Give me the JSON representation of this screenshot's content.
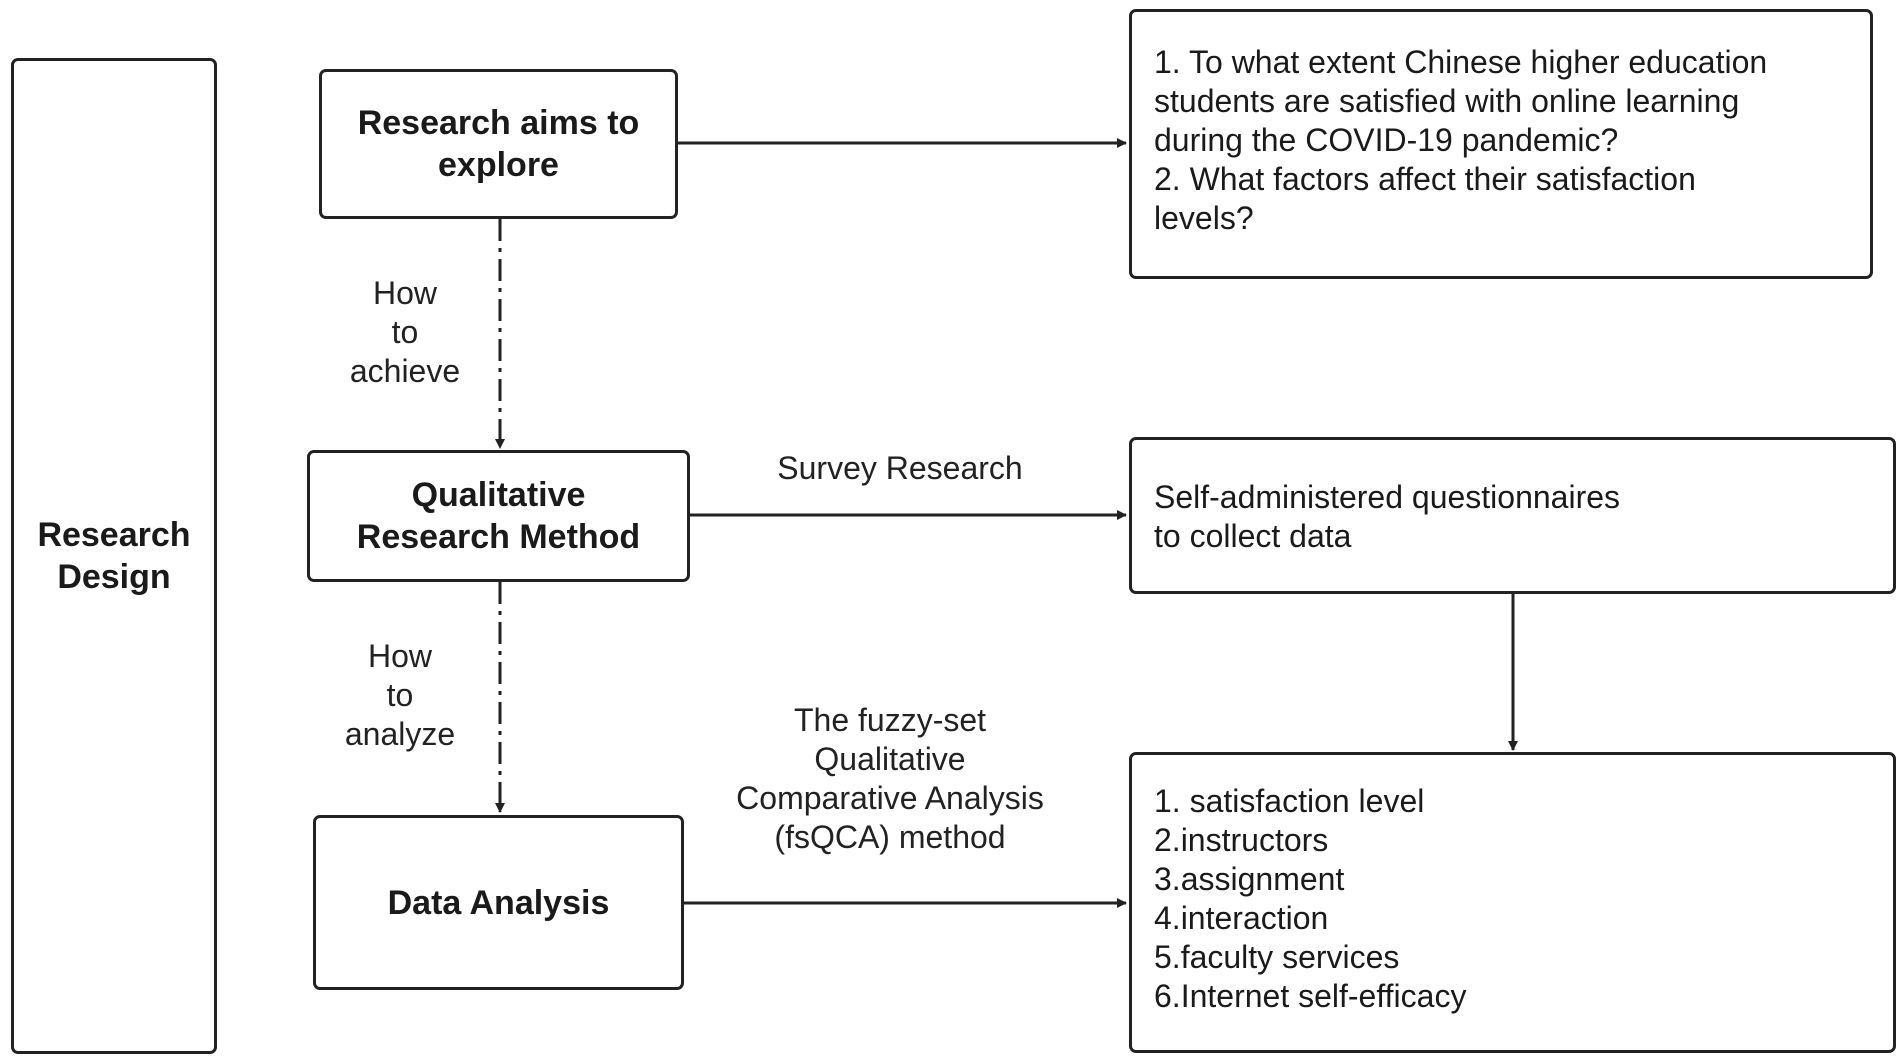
{
  "research_design": {
    "line1": "Research",
    "line2": "Design"
  },
  "aims": {
    "line1": "Research aims to",
    "line2": "explore"
  },
  "method": {
    "line1": "Qualitative",
    "line2": "Research Method"
  },
  "analysis": {
    "label": "Data Analysis"
  },
  "questions": {
    "lines": [
      "1. To what extent Chinese higher education",
      "students are satisfied with online learning",
      "during the COVID-19 pandemic?",
      "2. What factors affect their satisfaction",
      "levels?"
    ]
  },
  "survey_box": {
    "lines": [
      "Self-administered questionnaires",
      "to collect data"
    ]
  },
  "factors": {
    "lines": [
      "1. satisfaction level",
      "2.instructors",
      "3.assignment",
      "4.interaction",
      "5.faculty services",
      "6.Internet self-efficacy"
    ]
  },
  "labels": {
    "how_achieve": [
      "How",
      "to",
      "achieve"
    ],
    "how_analyze": [
      "How",
      "to",
      "analyze"
    ],
    "survey_research": "Survey Research",
    "fsqca": [
      "The fuzzy-set",
      "Qualitative",
      "Comparative Analysis",
      "(fsQCA) method"
    ]
  }
}
